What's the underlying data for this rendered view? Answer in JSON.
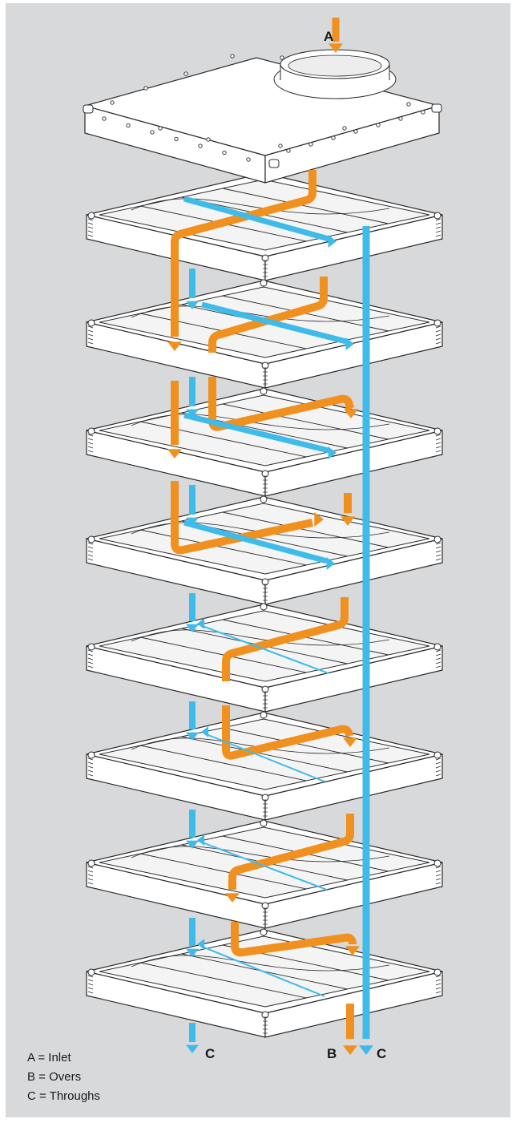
{
  "diagram": {
    "labels": {
      "inlet_marker": "A",
      "overs_marker": "B",
      "throughs_marker_left": "C",
      "throughs_marker_right": "C"
    },
    "legend": [
      {
        "text": "A = Inlet"
      },
      {
        "text": "B = Overs"
      },
      {
        "text": "C = Throughs"
      }
    ],
    "colors": {
      "background": "#d8d9db",
      "frame_fill": "#ffffff",
      "frame_stroke": "#2a2a2a",
      "overs_arrow": "#f0901e",
      "throughs_arrow": "#3fbbe9"
    },
    "sieve_frames": {
      "count": 8
    },
    "lid": {
      "count": 1
    }
  }
}
